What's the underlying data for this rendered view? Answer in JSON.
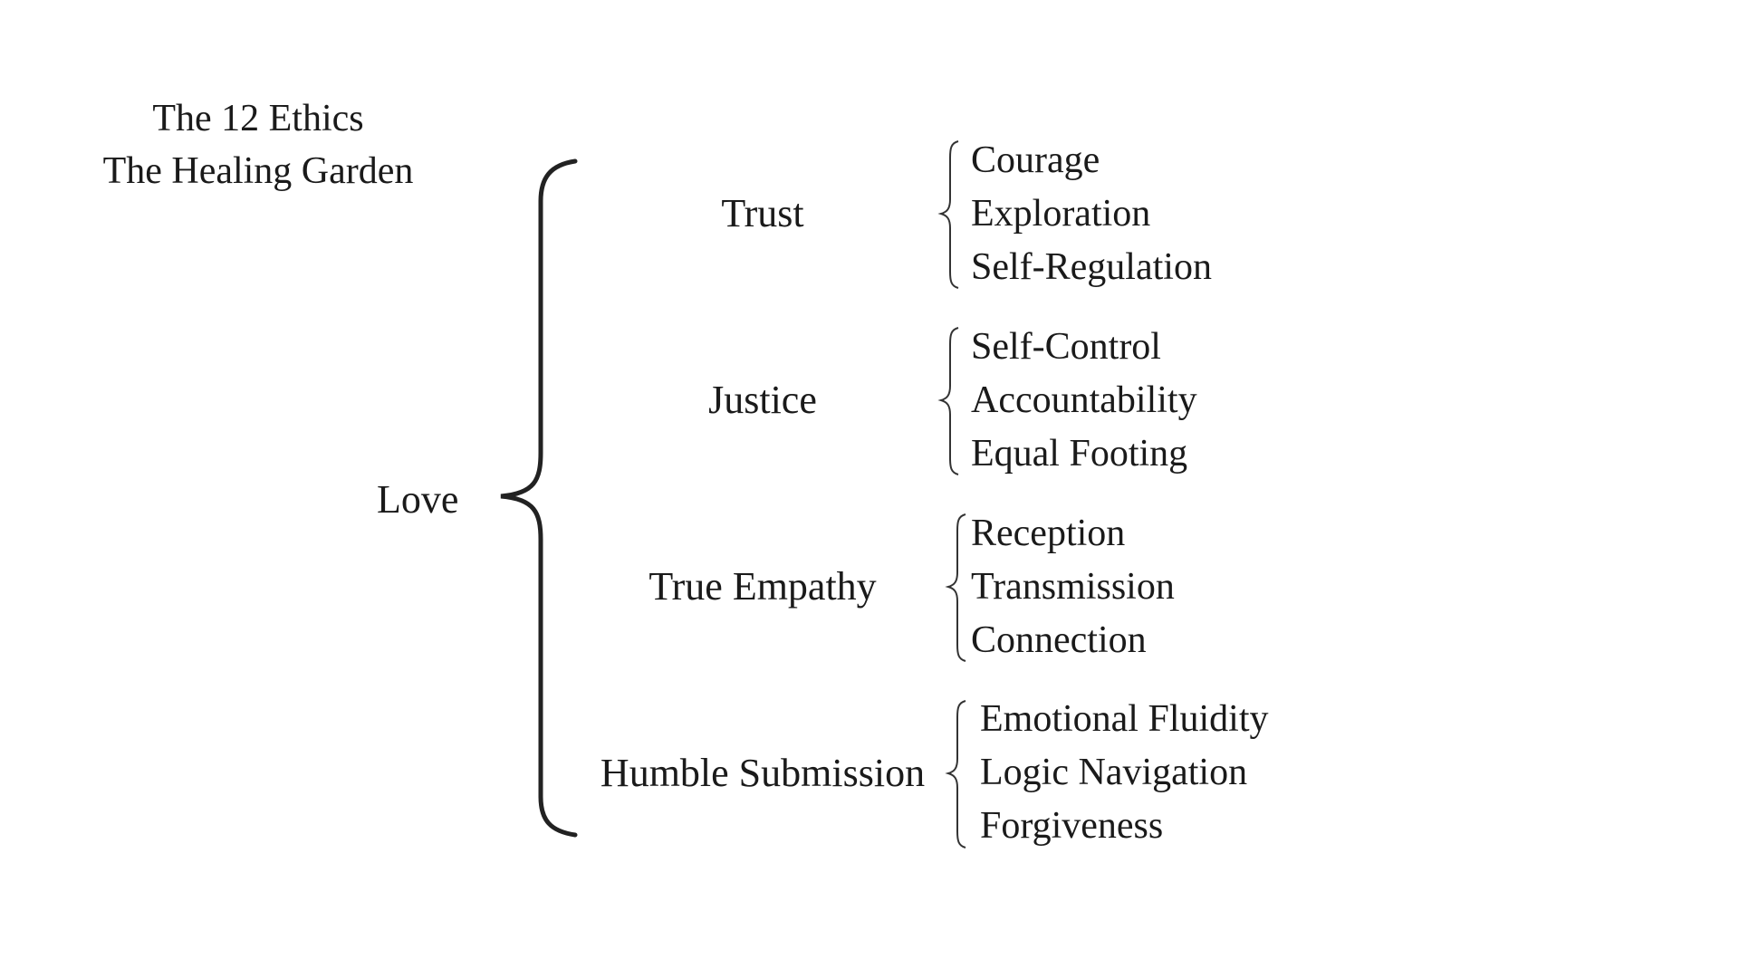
{
  "title": {
    "line1": "The 12 Ethics",
    "line2": "The Healing Garden"
  },
  "root": {
    "label": "Love"
  },
  "categories": [
    {
      "label": "Trust",
      "items": [
        "Courage",
        "Exploration",
        "Self-Regulation"
      ]
    },
    {
      "label": "Justice",
      "items": [
        "Self-Control",
        "Accountability",
        "Equal Footing"
      ]
    },
    {
      "label": "True Empathy",
      "items": [
        "Reception",
        "Transmission",
        "Connection"
      ]
    },
    {
      "label": "Humble Submission",
      "items": [
        "Emotional Fluidity",
        "Logic Navigation",
        "Forgiveness"
      ]
    }
  ],
  "colors": {
    "text": "#1a1a1a",
    "background": "#ffffff",
    "brace": "#222222"
  }
}
